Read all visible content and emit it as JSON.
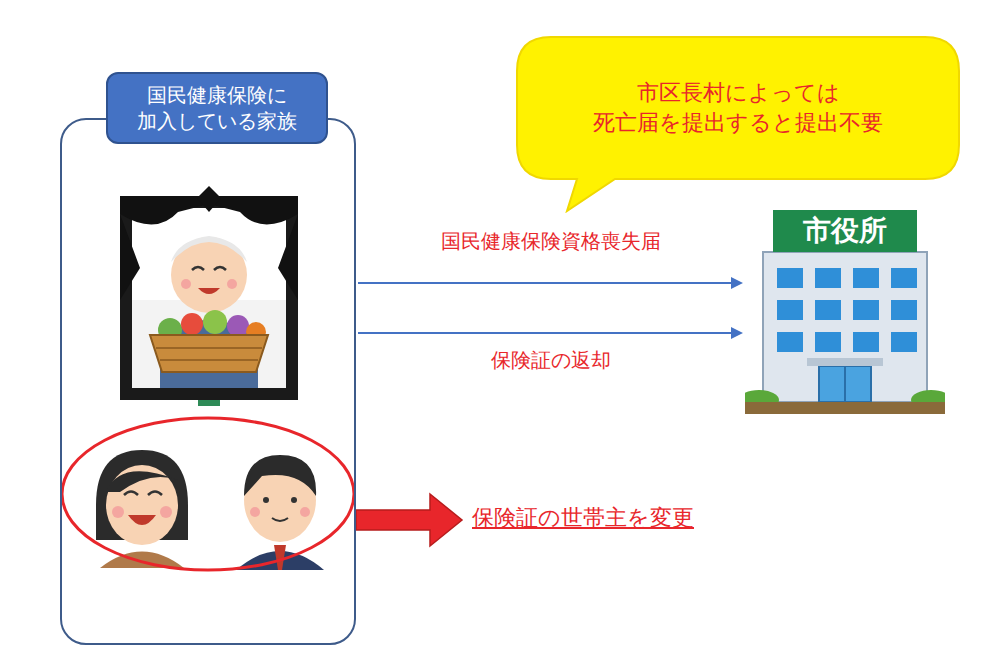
{
  "diagram": {
    "nodes": [
      {
        "text": [
          "国民健康保険に 加入している家族"
        ]
      },
      {
        "text": [
          "市役所"
        ]
      },
      {
        "text": [
          "市区長村によっては 死亡届を提出すると提出不要"
        ]
      }
    ],
    "edges": [
      {
        "from": 0,
        "to": 1,
        "arrow": "to",
        "label": "国民健康保険資格喪失届"
      },
      {
        "from": 0,
        "to": 1,
        "arrow": "to",
        "label": "保険証の返却"
      }
    ],
    "labels": [
      "保険証の世帯主を変更"
    ]
  }
}
